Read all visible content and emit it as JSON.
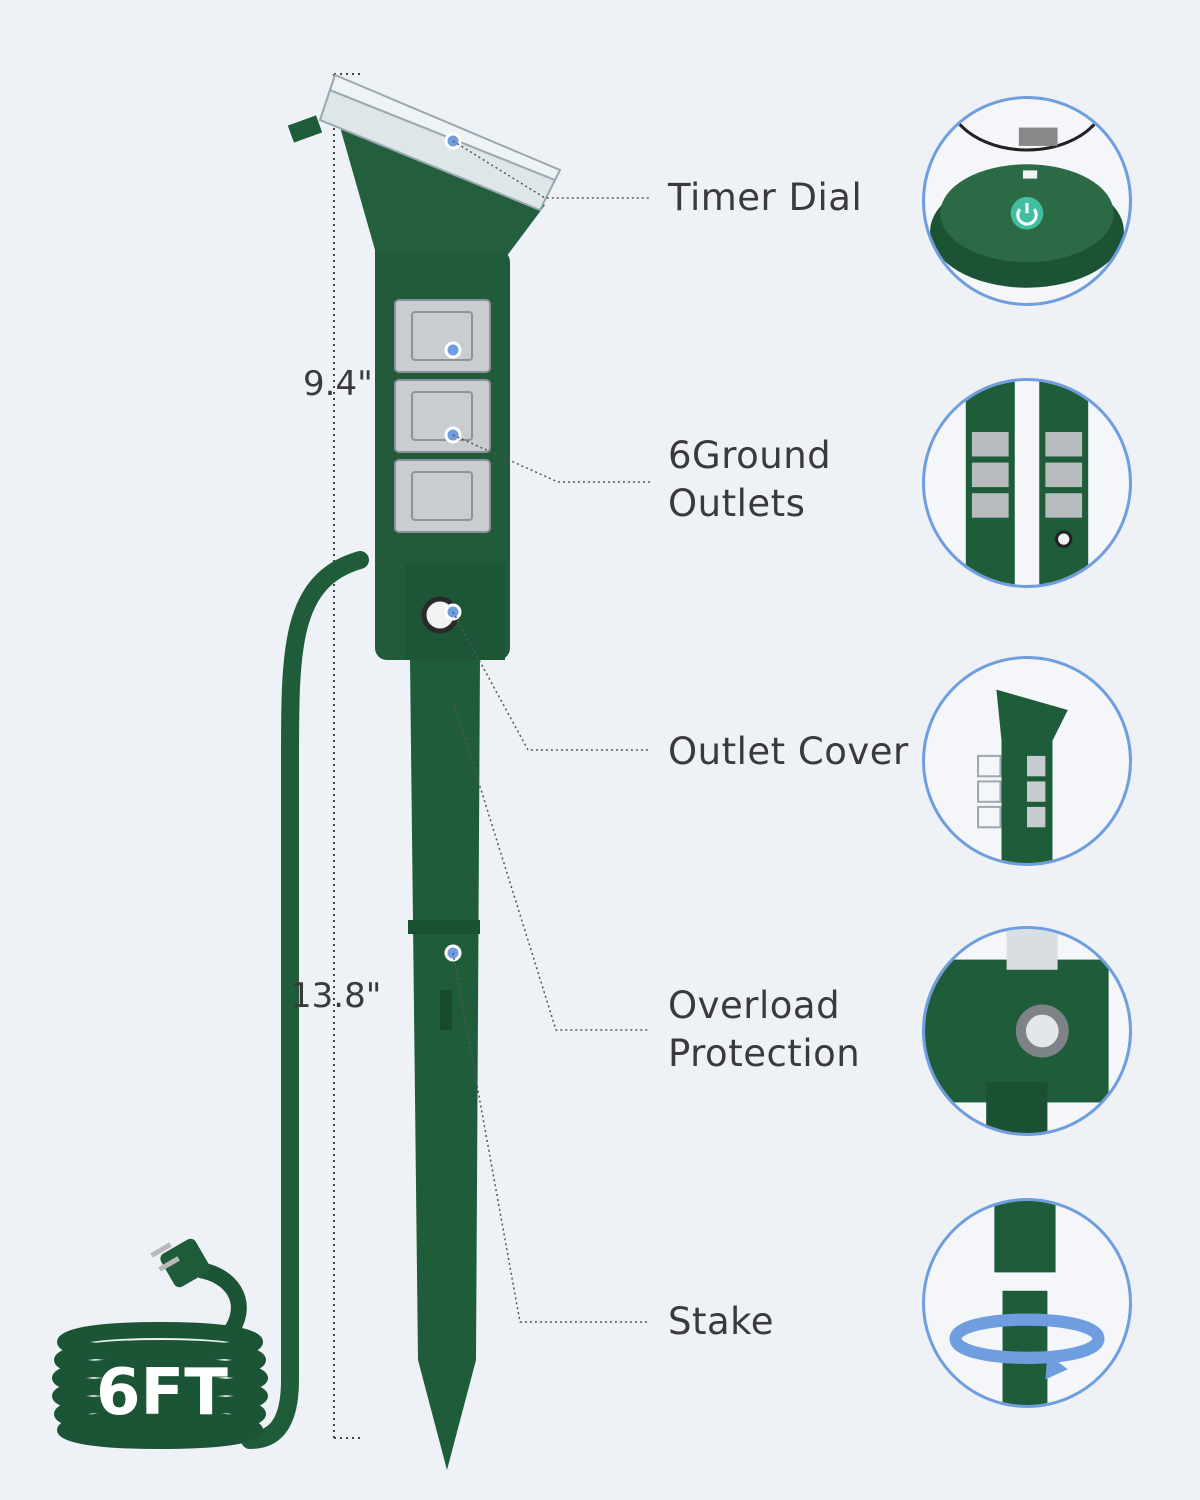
{
  "callouts": {
    "timer_dial": "Timer Dial",
    "outlets_line1": "6Ground",
    "outlets_line2": "Outlets",
    "outlet_cover": "Outlet Cover",
    "overload_line1": "Overload",
    "overload_line2": "Protection",
    "stake": "Stake"
  },
  "dimensions": {
    "upper_height": "9.4\"",
    "stake_height": "13.8\""
  },
  "cord_length": "6FT",
  "colors": {
    "background": "#eef1f6",
    "product_green": "#1f5c3a",
    "accent_blue": "#6f9ee0",
    "power_button": "#3fbfa0"
  }
}
